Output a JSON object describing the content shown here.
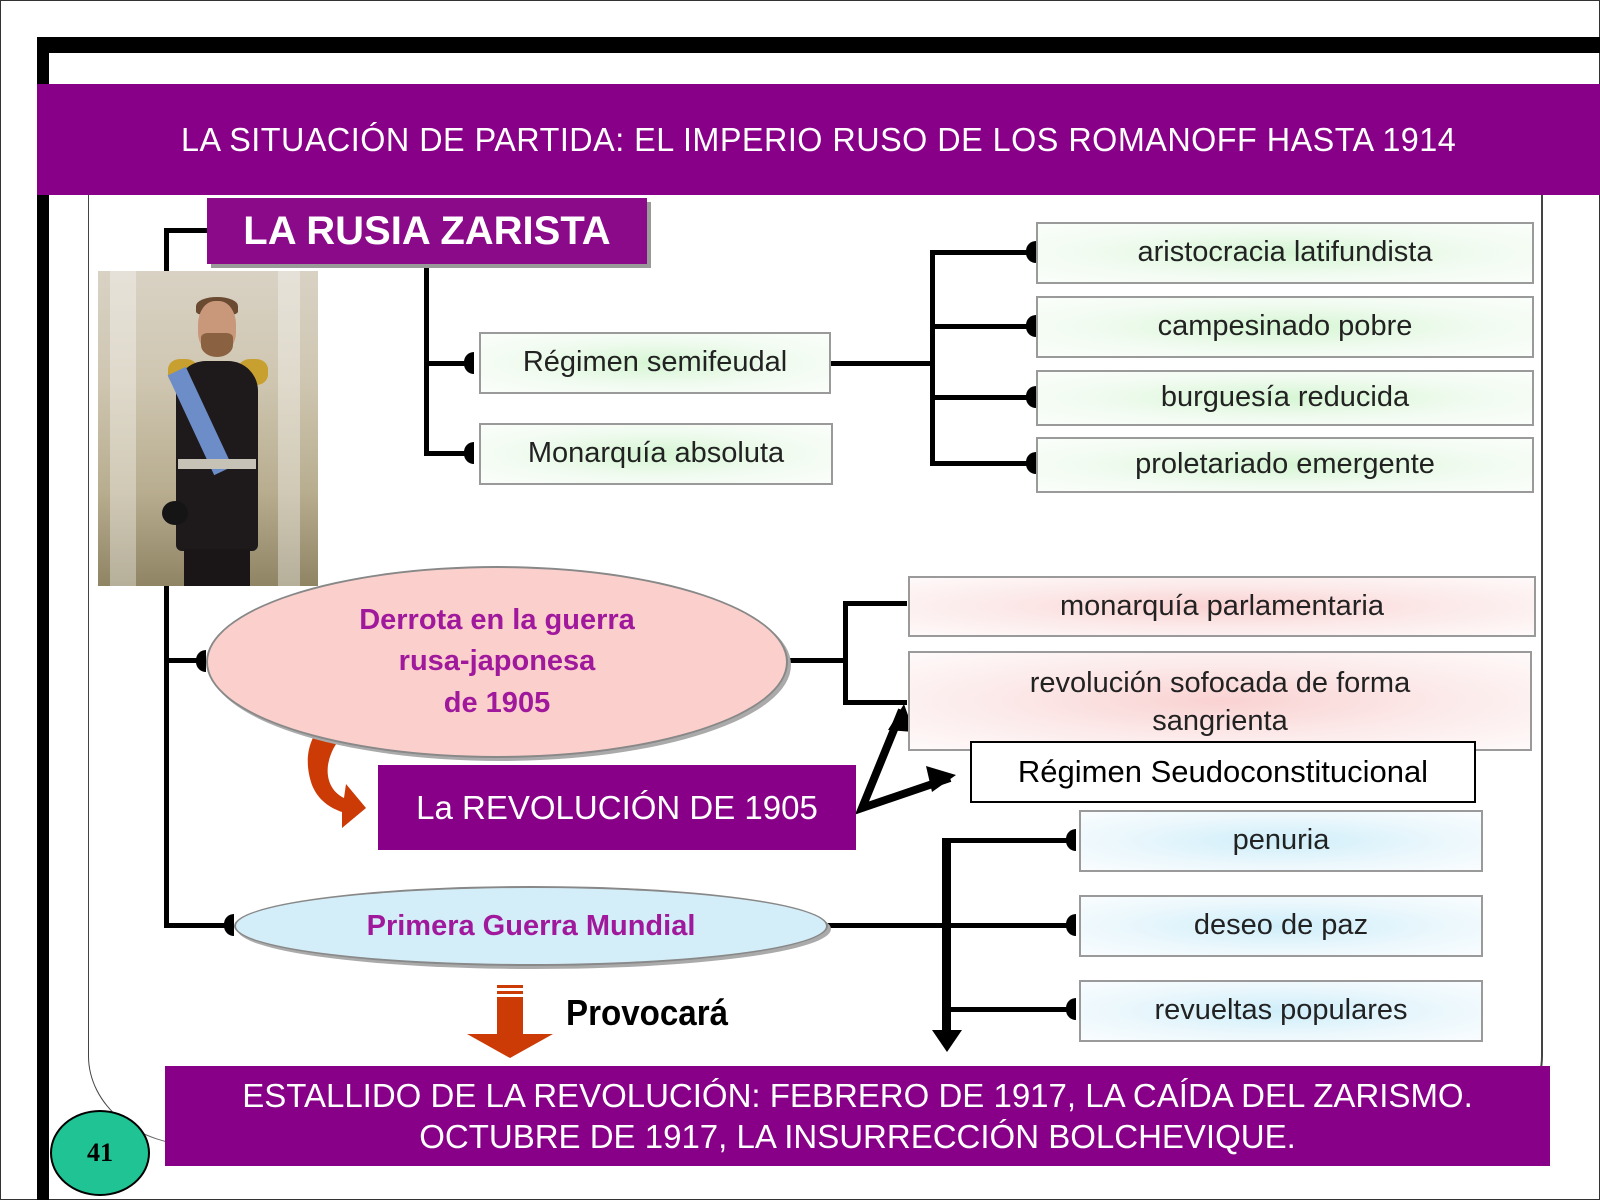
{
  "slide": {
    "title": "LA SITUACIÓN DE PARTIDA: EL IMPERIO RUSO DE LOS ROMANOFF HASTA 1914",
    "page_number": "41",
    "colors": {
      "purple": "#880088",
      "ellipse_text": "#a0189c",
      "pink_fill": "#fbd0cc",
      "blue_fill": "#d4eef9",
      "green_fill": "#d6f6d4",
      "orange_arrow": "#cc3a05",
      "page_badge": "#1fc394"
    }
  },
  "diagram": {
    "root": {
      "label": "LA RUSIA ZARISTA",
      "image": "portrait-of-tsar-nicholas-ii"
    },
    "regime": {
      "items": [
        {
          "label": "Régimen semifeudal"
        },
        {
          "label": "Monarquía absoluta"
        }
      ],
      "social_classes": [
        {
          "label": "aristocracia latifundista"
        },
        {
          "label": "campesinado pobre"
        },
        {
          "label": "burguesía reducida"
        },
        {
          "label": "proletariado emergente"
        }
      ]
    },
    "war_1905": {
      "label_line1": "Derrota en la guerra",
      "label_line2": "rusa-japonesa",
      "label_line3": "de 1905",
      "outcomes": [
        {
          "label": "monarquía parlamentaria"
        },
        {
          "label": "revolución sofocada de forma sangrienta"
        }
      ],
      "revolution_label": "La REVOLUCIÓN DE 1905",
      "result_label": "Régimen Seudoconstitucional"
    },
    "ww1": {
      "label": "Primera Guerra Mundial",
      "effects": [
        {
          "label": "penuria"
        },
        {
          "label": "deseo de paz"
        },
        {
          "label": "revueltas populares"
        }
      ],
      "provoca_label": "Provocará"
    },
    "conclusion": {
      "line1": "ESTALLIDO DE LA REVOLUCIÓN: FEBRERO DE 1917, LA CAÍDA DEL ZARISMO.",
      "line2": "OCTUBRE DE 1917, LA INSURRECCIÓN BOLCHEVIQUE."
    }
  }
}
